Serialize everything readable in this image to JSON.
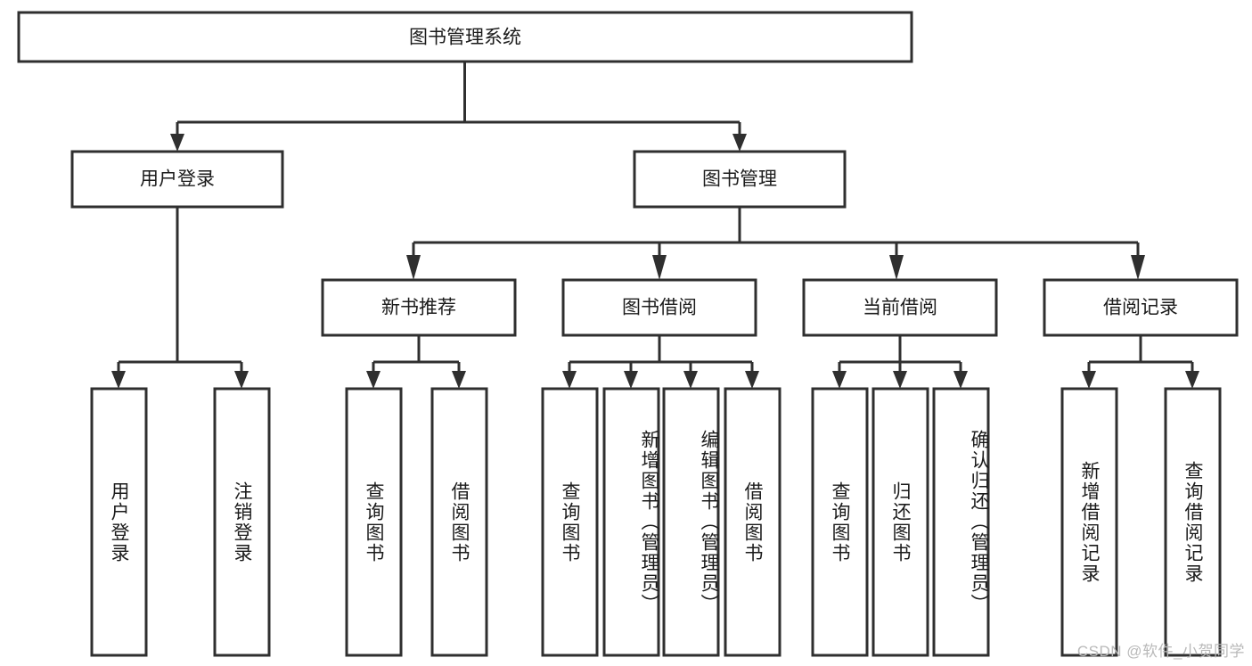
{
  "diagram": {
    "type": "tree-hierarchy-chart",
    "title": "图书管理系统",
    "watermark": "CSDN @软件_小贺同学",
    "colors": {
      "box_stroke": "#2f2f2f",
      "box_fill": "#ffffff",
      "connector": "#2f2f2f",
      "text": "#1b1b1b",
      "background": "#ffffff",
      "watermark": "#b9b9b9"
    },
    "levels": {
      "root": "图书管理系统",
      "level2": [
        "用户登录",
        "图书管理"
      ],
      "level3": [
        "新书推荐",
        "图书借阅",
        "当前借阅",
        "借阅记录"
      ],
      "leaves": [
        "用户登录",
        "注销登录",
        "查询图书",
        "借阅图书",
        "查询图书",
        "新增图书（管理员）",
        "编辑图书（管理员）",
        "借阅图书",
        "查询图书",
        "归还图书",
        "确认归还（管理员）",
        "新增借阅记录",
        "查询借阅记录"
      ]
    },
    "nodes": {
      "root": {
        "label": "图书管理系统"
      },
      "user_login": {
        "label": "用户登录"
      },
      "book_manage": {
        "label": "图书管理"
      },
      "new_book_rec": {
        "label": "新书推荐"
      },
      "book_borrow": {
        "label": "图书借阅"
      },
      "current_borrow": {
        "label": "当前借阅"
      },
      "borrow_record": {
        "label": "借阅记录"
      },
      "leaf_user_login": {
        "label": "用户登录"
      },
      "leaf_logout": {
        "label": "注销登录"
      },
      "leaf_query_book_1": {
        "label": "查询图书"
      },
      "leaf_borrow_book_1": {
        "label": "借阅图书"
      },
      "leaf_query_book_2": {
        "label": "查询图书"
      },
      "leaf_add_book": {
        "label": "新增图书（管理员）"
      },
      "leaf_edit_book": {
        "label": "编辑图书（管理员）"
      },
      "leaf_borrow_book_2": {
        "label": "借阅图书"
      },
      "leaf_query_book_3": {
        "label": "查询图书"
      },
      "leaf_return_book": {
        "label": "归还图书"
      },
      "leaf_confirm_return": {
        "label": "确认归还（管理员）"
      },
      "leaf_add_record": {
        "label": "新增借阅记录"
      },
      "leaf_query_record": {
        "label": "查询借阅记录"
      }
    },
    "edges": [
      {
        "from": "root",
        "to": "user_login"
      },
      {
        "from": "root",
        "to": "book_manage"
      },
      {
        "from": "user_login",
        "to": "leaf_user_login"
      },
      {
        "from": "user_login",
        "to": "leaf_logout"
      },
      {
        "from": "book_manage",
        "to": "new_book_rec"
      },
      {
        "from": "book_manage",
        "to": "book_borrow"
      },
      {
        "from": "book_manage",
        "to": "current_borrow"
      },
      {
        "from": "book_manage",
        "to": "borrow_record"
      },
      {
        "from": "new_book_rec",
        "to": "leaf_query_book_1"
      },
      {
        "from": "new_book_rec",
        "to": "leaf_borrow_book_1"
      },
      {
        "from": "book_borrow",
        "to": "leaf_query_book_2"
      },
      {
        "from": "book_borrow",
        "to": "leaf_add_book"
      },
      {
        "from": "book_borrow",
        "to": "leaf_edit_book"
      },
      {
        "from": "book_borrow",
        "to": "leaf_borrow_book_2"
      },
      {
        "from": "current_borrow",
        "to": "leaf_query_book_3"
      },
      {
        "from": "current_borrow",
        "to": "leaf_return_book"
      },
      {
        "from": "current_borrow",
        "to": "leaf_confirm_return"
      },
      {
        "from": "borrow_record",
        "to": "leaf_add_record"
      },
      {
        "from": "borrow_record",
        "to": "leaf_query_record"
      }
    ]
  }
}
